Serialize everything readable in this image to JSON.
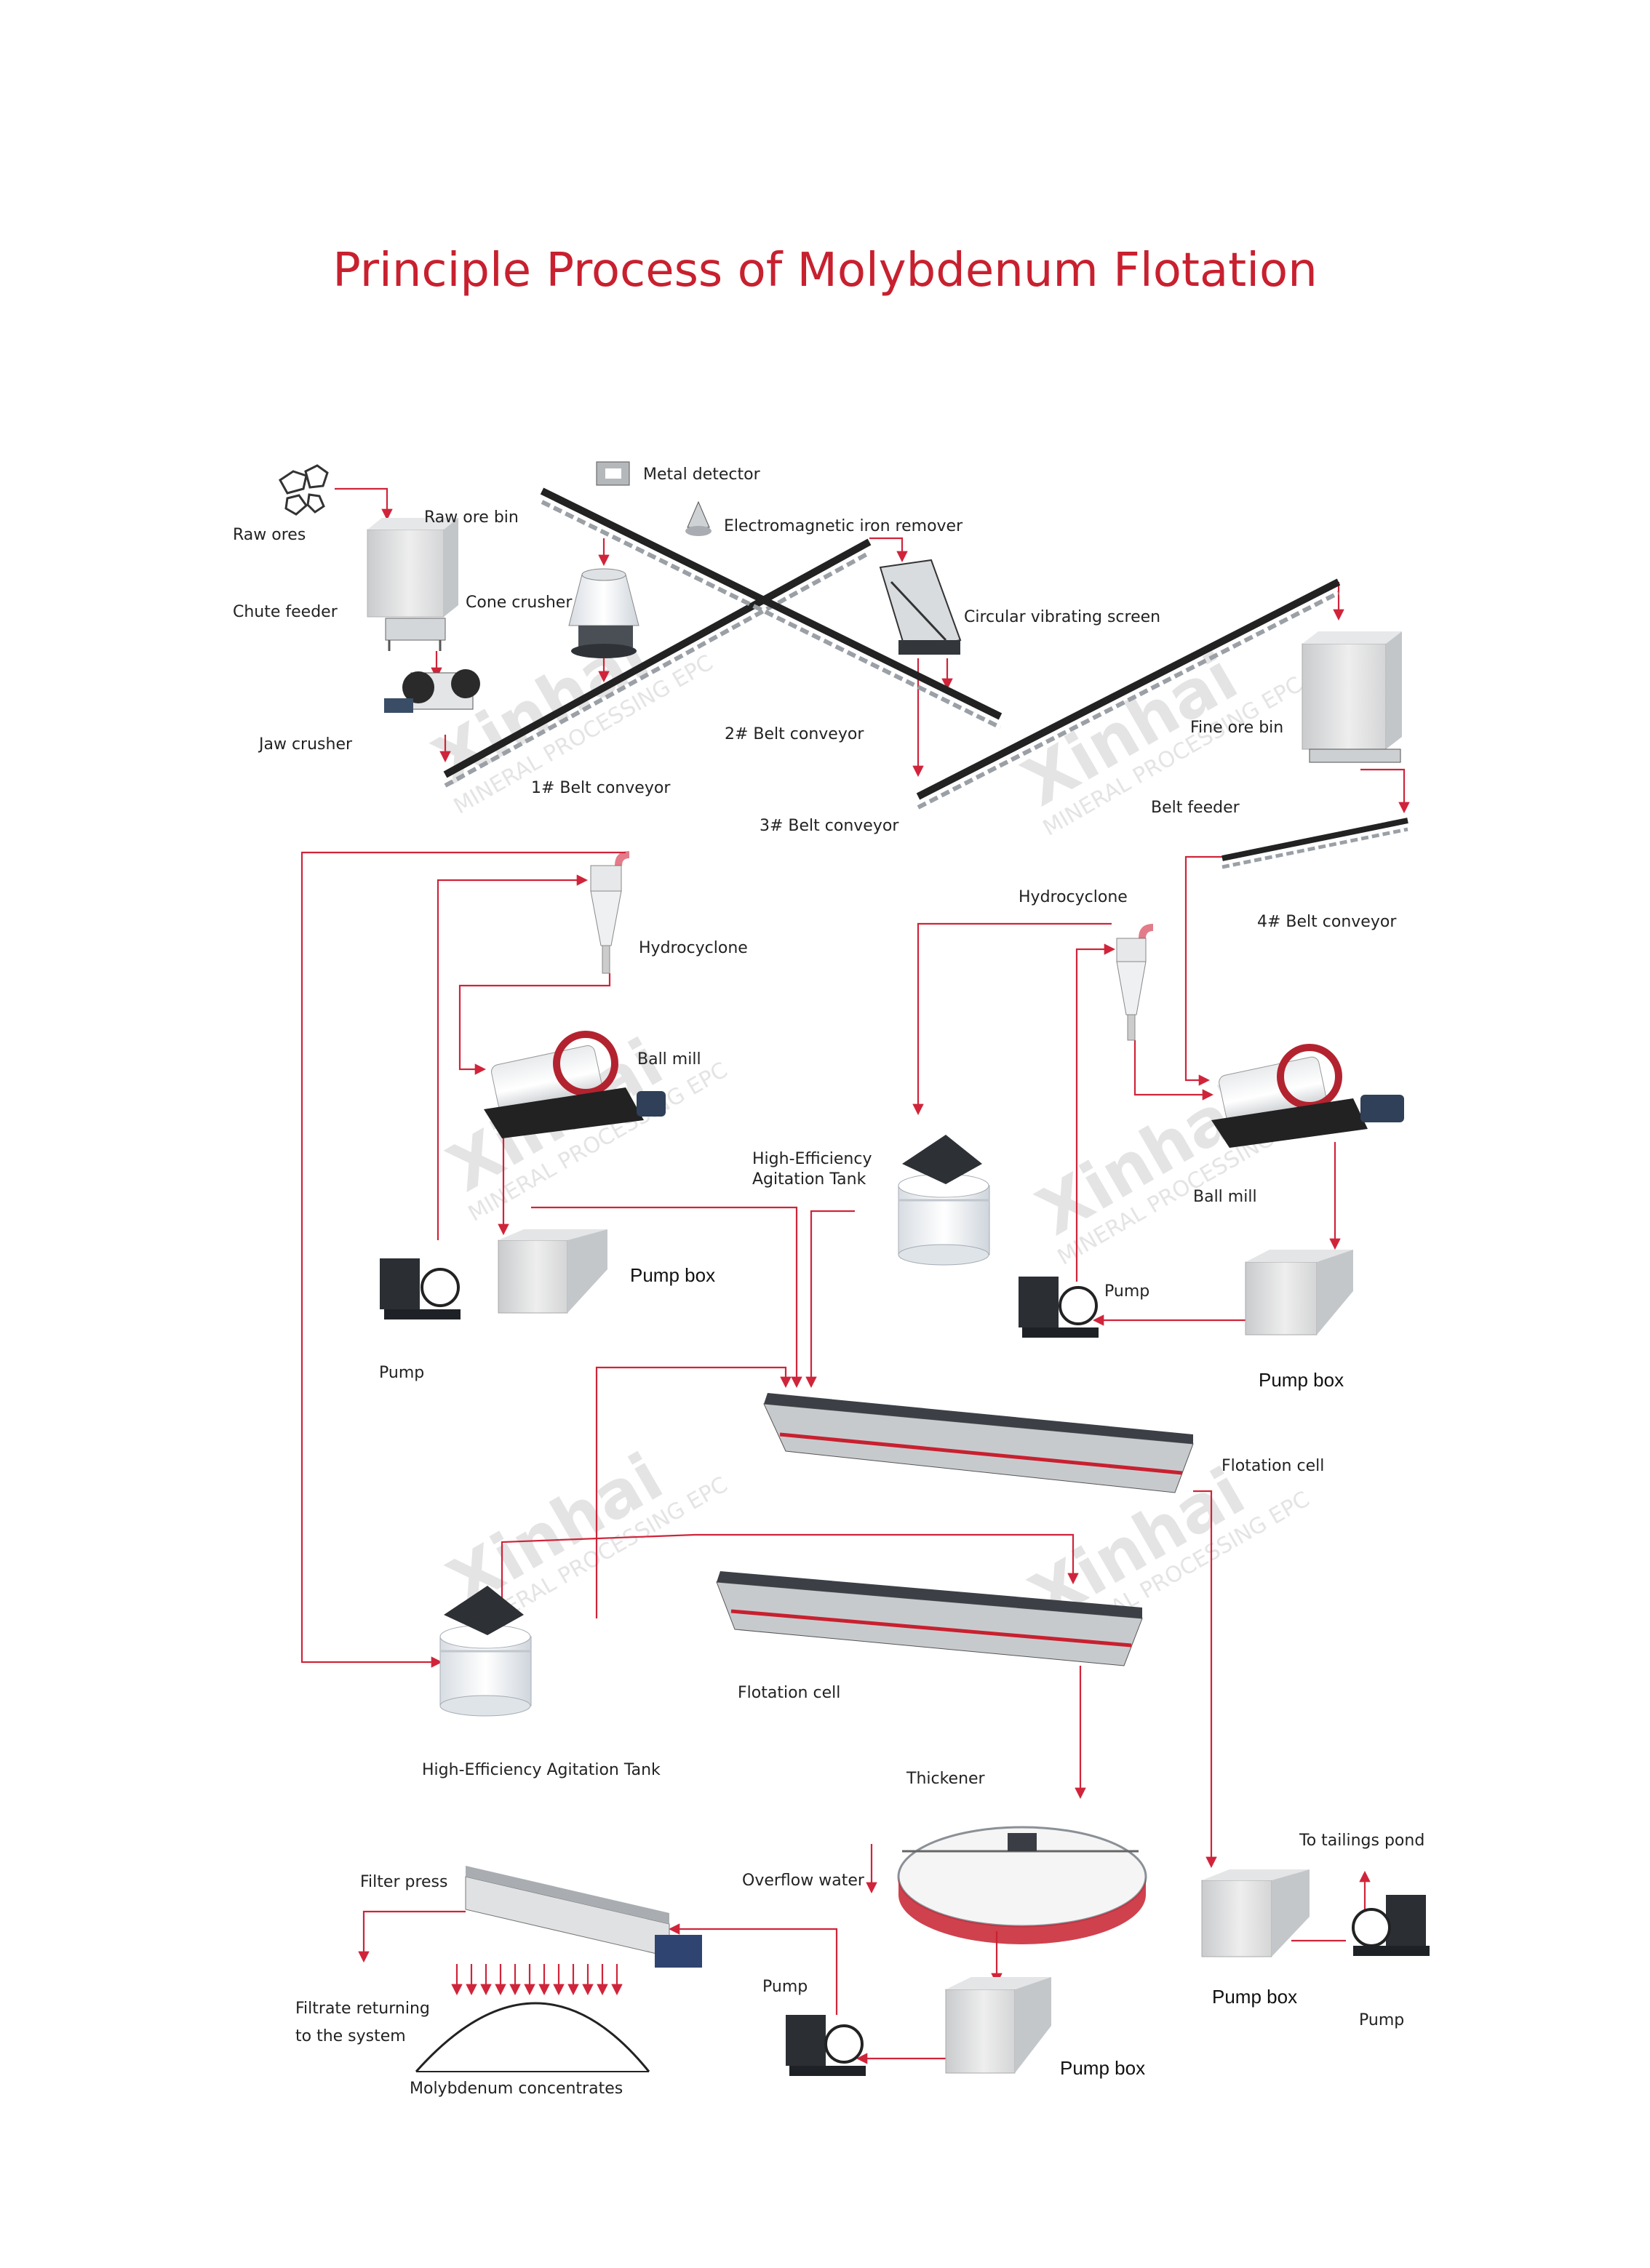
{
  "title": "Principle Process of Molybdenum Flotation",
  "colors": {
    "title": "#c8202f",
    "flow_arrow": "#d0243a",
    "equipment": "#9aa0a6",
    "watermark": "#e4e4e4"
  },
  "watermark": {
    "brand": "Xinhai",
    "tagline": "MINERAL PROCESSING EPC"
  },
  "labels": {
    "raw_ores": "Raw ores",
    "raw_ore_bin": "Raw ore bin",
    "chute_feeder": "Chute feeder",
    "jaw_crusher": "Jaw crusher",
    "metal_detector": "Metal detector",
    "electromagnetic_iron_remover": "Electromagnetic iron remover",
    "cone_crusher": "Cone crusher",
    "circular_vibrating_screen": "Circular vibrating screen",
    "belt_conveyor_1": "1# Belt conveyor",
    "belt_conveyor_2": "2# Belt conveyor",
    "belt_conveyor_3": "3# Belt conveyor",
    "fine_ore_bin": "Fine ore bin",
    "belt_feeder": "Belt feeder",
    "belt_conveyor_4": "4# Belt conveyor",
    "hydrocyclone_left": "Hydrocyclone",
    "hydrocyclone_right": "Hydrocyclone",
    "ball_mill_left": "Ball mill",
    "ball_mill_right": "Ball mill",
    "agitation_tank_1_line1": "High-Efficiency",
    "agitation_tank_1_line2": "Agitation Tank",
    "pump_box_left": "Pump box",
    "pump_left": "Pump",
    "pump_right": "Pump",
    "pump_box_right": "Pump box",
    "flotation_cell_1": "Flotation cell",
    "flotation_cell_2": "Flotation cell",
    "agitation_tank_2": "High-Efficiency Agitation Tank",
    "thickener": "Thickener",
    "overflow_water": "Overflow water",
    "filter_press": "Filter press",
    "filtrate_line1": "Filtrate returning",
    "filtrate_line2": "to the system",
    "molybdenum_concentrates": "Molybdenum concentrates",
    "pump_bottom": "Pump",
    "pump_box_bottom": "Pump box",
    "to_tailings_pond": "To tailings pond",
    "pump_box_tailings": "Pump box",
    "pump_tailings": "Pump"
  }
}
